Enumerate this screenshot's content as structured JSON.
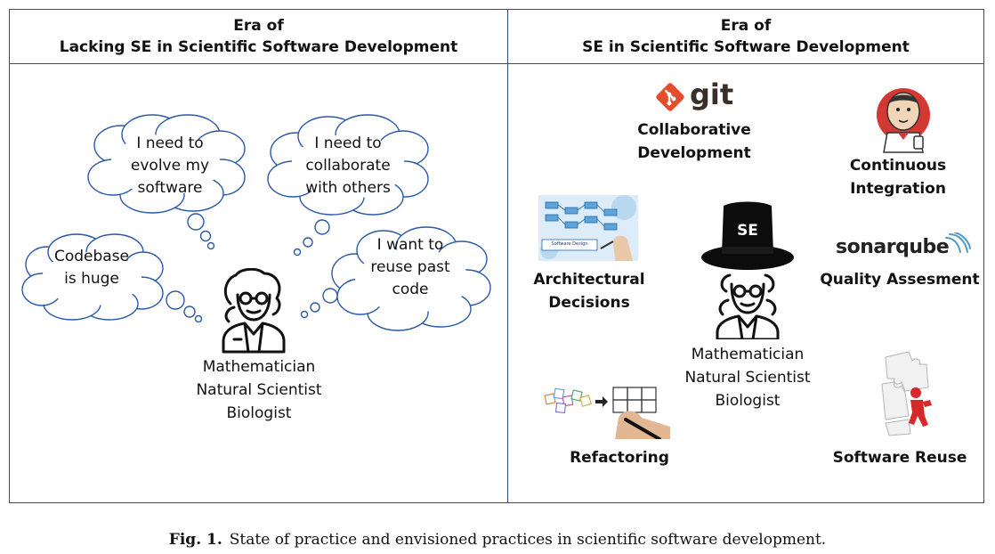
{
  "left_panel": {
    "header_line1": "Era of",
    "header_line2": "Lacking SE in Scientific Software Development",
    "clouds": [
      {
        "lines": [
          "I need to",
          "evolve my",
          "software"
        ]
      },
      {
        "lines": [
          "I need to",
          "collaborate",
          "with others"
        ]
      },
      {
        "lines": [
          "Codebase",
          "is huge"
        ]
      },
      {
        "lines": [
          "I want to",
          "reuse past",
          "code"
        ]
      }
    ],
    "person_lines": [
      "Mathematician",
      "Natural Scientist",
      "Biologist"
    ]
  },
  "right_panel": {
    "header_line1": "Era of",
    "header_line2": "SE in Scientific Software Development",
    "hat_text": "SE",
    "person_lines": [
      "Mathematician",
      "Natural Scientist",
      "Biologist"
    ],
    "git_logo_text": "git",
    "sonarqube_logo_text": "sonarqube",
    "software_design_label": "Software Design",
    "practices": {
      "collaborative": [
        "Collaborative",
        "Development"
      ],
      "continuous": [
        "Continuous",
        "Integration"
      ],
      "architectural": [
        "Architectural",
        "Decisions"
      ],
      "quality": "Quality Assesment",
      "refactoring": "Refactoring",
      "reuse": "Software Reuse"
    }
  },
  "caption": {
    "label": "Fig. 1.",
    "text": "State of practice and envisioned practices in scientific software development."
  }
}
